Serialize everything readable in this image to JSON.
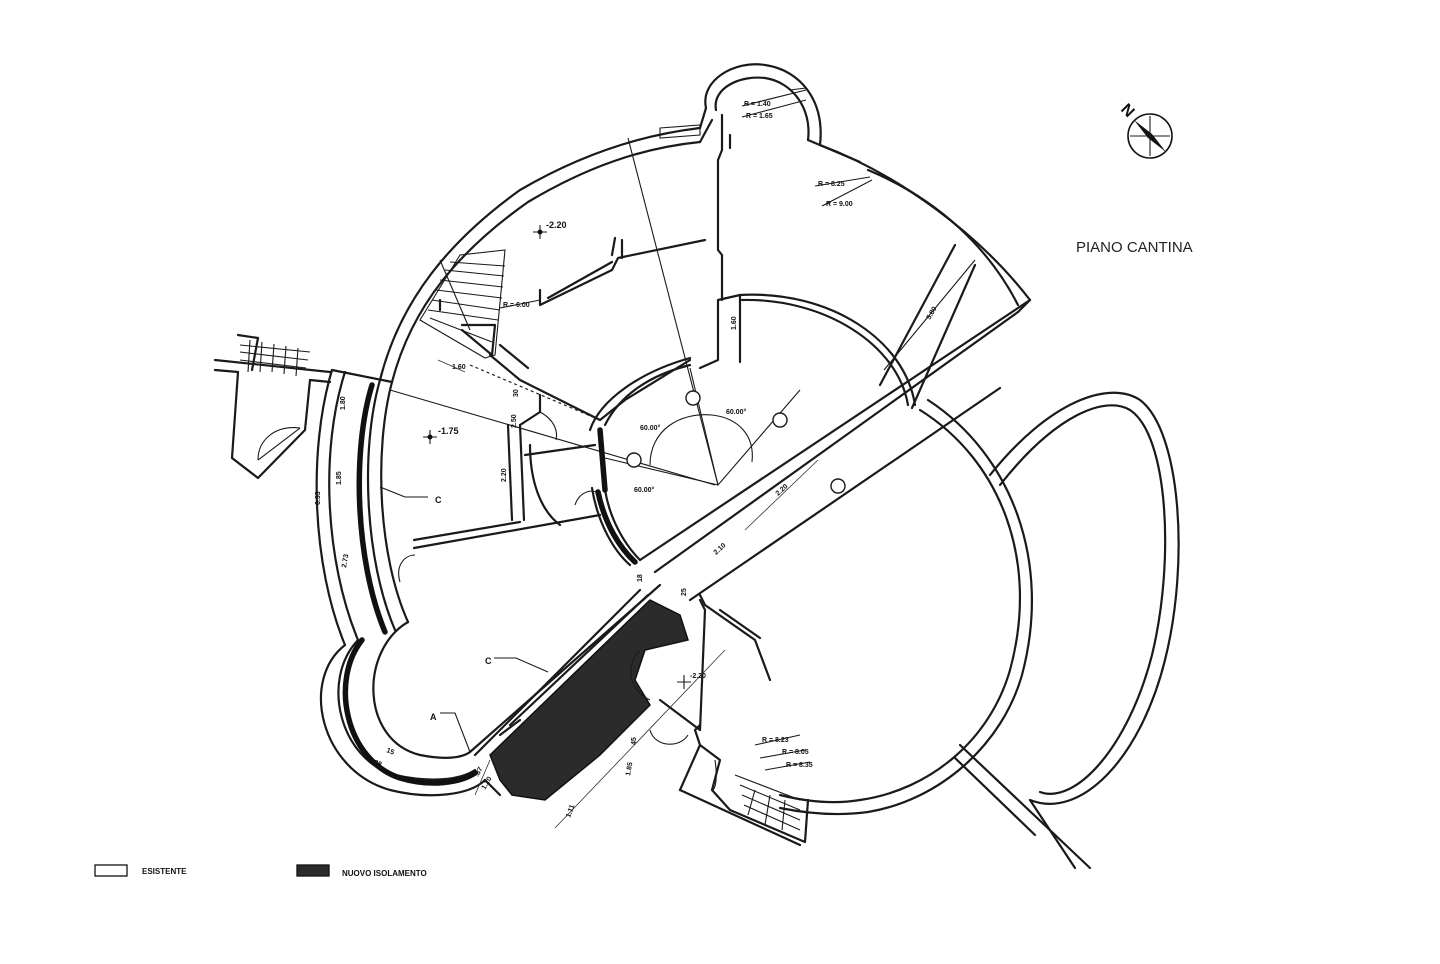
{
  "title": "PIANO CANTINA",
  "north": {
    "letter": "N"
  },
  "levels": {
    "upper": "-2.20",
    "middle": "-1.75",
    "lower": "-2.20"
  },
  "radii": {
    "r140": "R = 1.40",
    "r165": "R = 1.65",
    "r825": "R = 8.25",
    "r900": "R = 9.00",
    "r600": "R = 6.00",
    "r823": "R = 8.23",
    "r805": "R = 8.05",
    "r835": "R = 8.35"
  },
  "angles": {
    "a1": "60.00°",
    "a2": "60.00°",
    "a3": "60.00°"
  },
  "dimensions": {
    "d580": "5.80",
    "d160a": "1.60",
    "d160b": "1.60",
    "d220a": "2.20",
    "d220b": "2.20",
    "d210": "2.10",
    "d633": "6.33",
    "d180": "1.80",
    "d185": "1.85",
    "d273": "2.73",
    "d738": "7.38",
    "d087": ".87",
    "d120": "1.20",
    "d111": "1.11",
    "d185b": "1.85",
    "d250": "2.50",
    "d015": "15",
    "d018": "18",
    "d025": "25",
    "d030": "30",
    "d045": "45"
  },
  "markers": {
    "c1": "C",
    "c2": "C",
    "a": "A"
  },
  "legend": [
    {
      "label": "ESISTENTE",
      "swatch": "#ffffff"
    },
    {
      "label": "NUOVO ISOLAMENTO",
      "swatch": "#2b2b2b"
    }
  ]
}
